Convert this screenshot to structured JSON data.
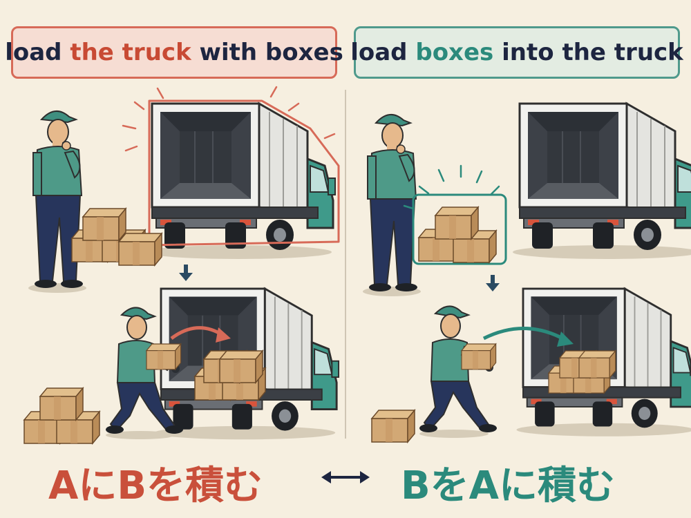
{
  "left_panel": {
    "title": {
      "pre": "load ",
      "highlight": "the truck",
      "post": " with boxes"
    },
    "phrase": "AにBを積む"
  },
  "right_panel": {
    "title": {
      "pre": "load ",
      "highlight": "boxes",
      "post": " into the truck"
    },
    "phrase": "BをAに積む"
  },
  "colors": {
    "red_accent": "#c9503b",
    "teal_accent": "#2b8a7c",
    "background": "#f6efe0",
    "truck_cab": "#3f9a8a",
    "box": "#d2a875",
    "uniform_shirt": "#4e9a88",
    "uniform_pants": "#27355c"
  },
  "icons": [
    "swap-arrow-icon",
    "down-arrow-icon",
    "curved-arrow-icon"
  ]
}
